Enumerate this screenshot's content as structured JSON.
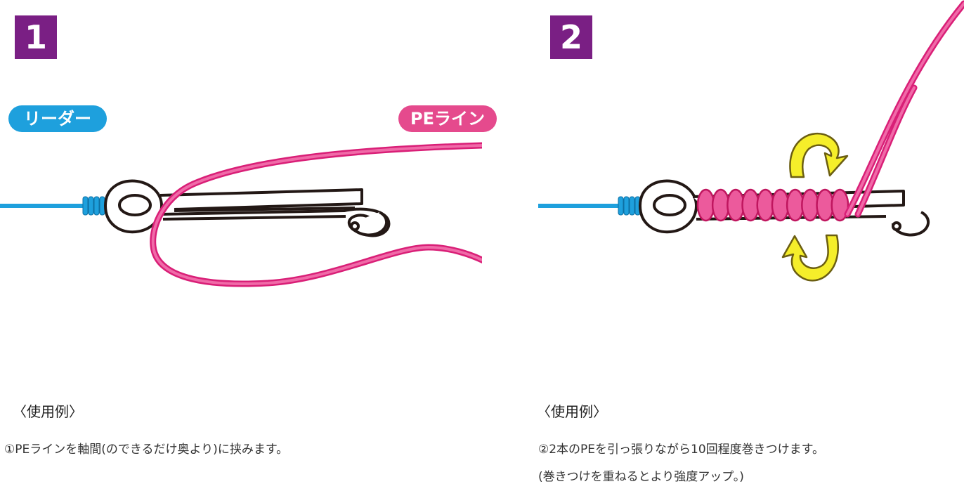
{
  "colors": {
    "badge": "#7a1f84",
    "leader": "#1ea0dd",
    "pe_line": "#e8388a",
    "arrow_fill": "#f5ee2a",
    "arrow_shadow": "#8a7a1a"
  },
  "step1": {
    "number": "1",
    "leader_label": "リーダー",
    "pe_label": "PEライン",
    "usage_title": "〈使用例〉",
    "description": "①PEラインを軸間(のできるだけ奥より)に挟みます。"
  },
  "step2": {
    "number": "2",
    "usage_title": "〈使用例〉",
    "description_line1": "②2本のPEを引っ張りながら10回程度巻きつけます。",
    "description_line2": "(巻きつけを重ねるとより強度アップ。)",
    "arrow_icons": [
      "rotate-clockwise-arrow-icon",
      "rotate-counterclockwise-arrow-icon"
    ],
    "wrap_count": 10
  }
}
